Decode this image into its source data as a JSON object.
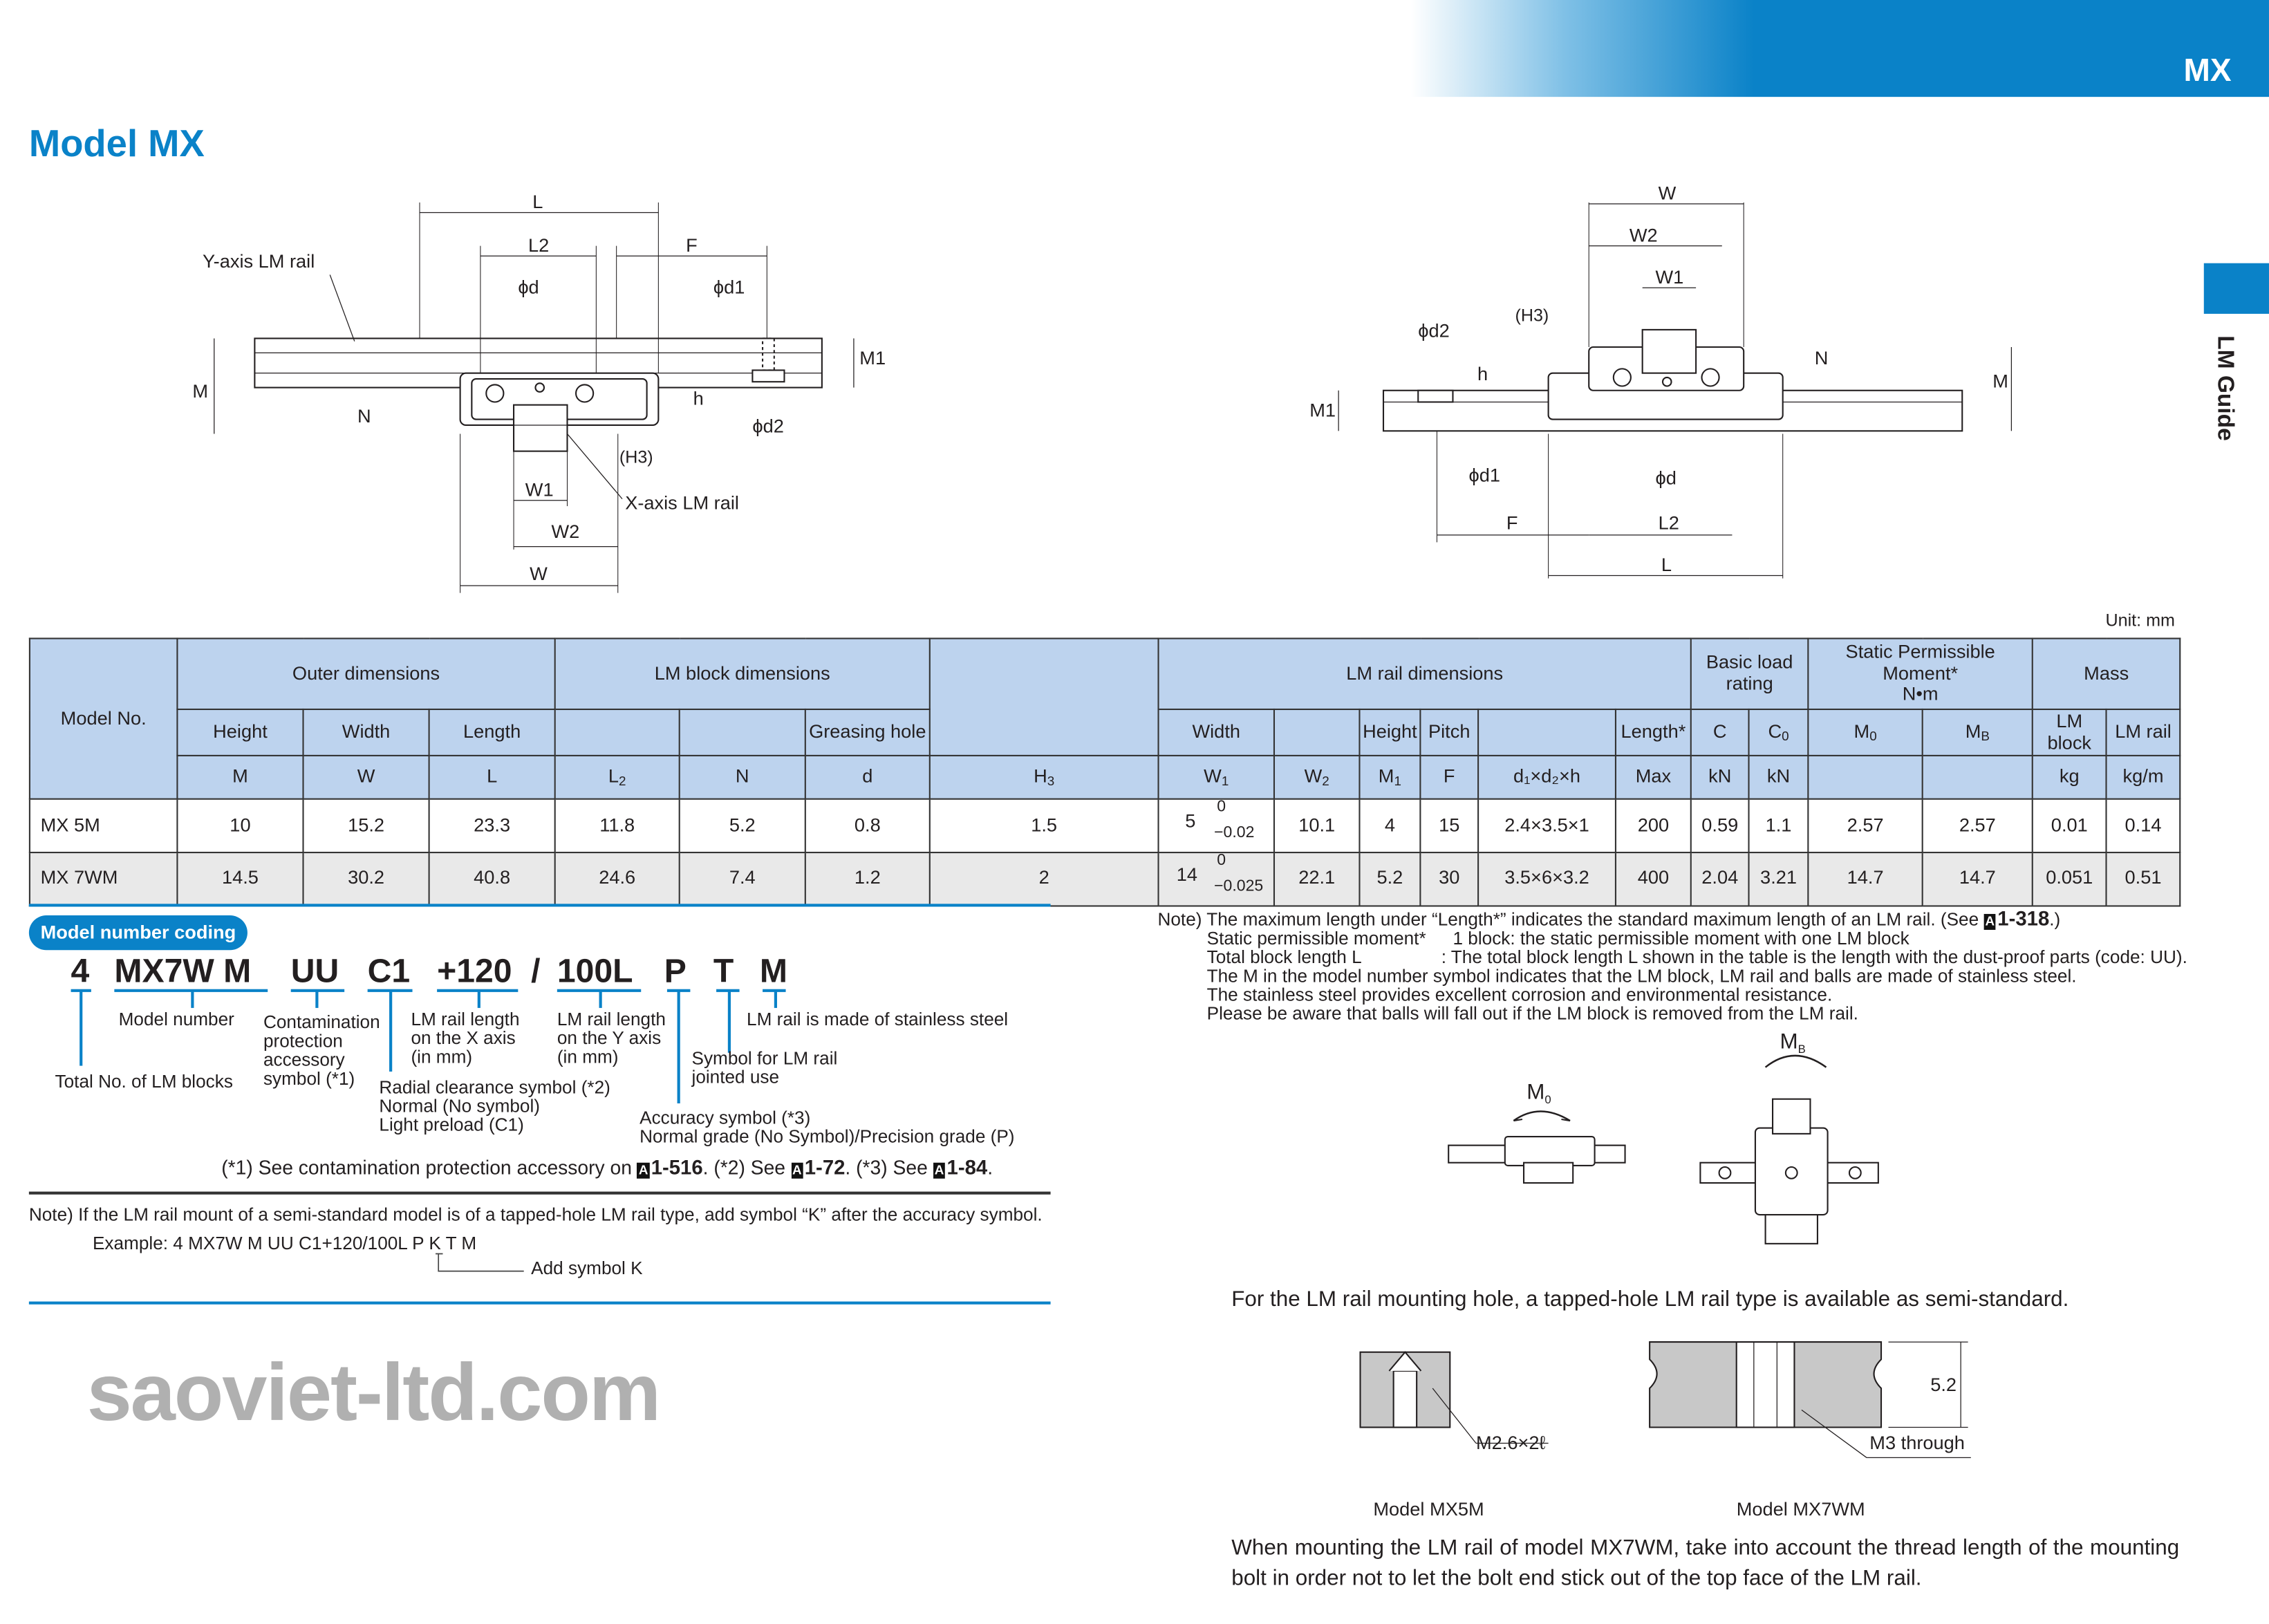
{
  "header": {
    "series_tag": "MX",
    "side_tab": "LM Guide",
    "title": "Model MX"
  },
  "drawings": {
    "top_view": {
      "L": "L",
      "L2": "L2",
      "F": "F",
      "phi_d": "ϕd",
      "phi_d1": "ϕd1",
      "phi_d2": "ϕd2",
      "M": "M",
      "M1": "M1",
      "N": "N",
      "h": "h",
      "H3": "(H3)",
      "W1": "W1",
      "W2": "W2",
      "W": "W",
      "y_rail": "Y-axis LM rail",
      "x_rail": "X-axis LM rail"
    },
    "front_view": {
      "W": "W",
      "W2": "W2",
      "W1": "W1",
      "H3": "(H3)",
      "phi_d2": "ϕd2",
      "h": "h",
      "N": "N",
      "M": "M",
      "M1": "M1",
      "phi_d1": "ϕd1",
      "phi_d": "ϕd",
      "F": "F",
      "L2": "L2",
      "L": "L"
    }
  },
  "table": {
    "unit": "Unit: mm",
    "groups": {
      "model": "Model No.",
      "outer": "Outer dimensions",
      "block": "LM block dimensions",
      "rail": "LM rail dimensions",
      "load": "Basic load rating",
      "moment": "Static Permissible Moment*",
      "moment_unit": "N•m",
      "mass": "Mass"
    },
    "cols": {
      "height": "Height",
      "width": "Width",
      "length": "Length",
      "greasing": "Greasing hole",
      "rail_width": "Width",
      "rail_height": "Height",
      "pitch": "Pitch",
      "rail_length": "Length*",
      "lm_block": "LM block",
      "lm_rail": "LM rail"
    },
    "symbols": {
      "M": "M",
      "W": "W",
      "L": "L",
      "L2": "L",
      "N": "N",
      "d": "d",
      "H3": "H",
      "W1": "W",
      "W2": "W",
      "M1": "M",
      "F": "F",
      "dxh": "d₁×d₂×h",
      "max": "Max",
      "C": "C",
      "C0": "C",
      "kN1": "kN",
      "kN2": "kN",
      "M0": "M",
      "MB": "M",
      "kg": "kg",
      "kgm": "kg/m"
    },
    "rows": [
      {
        "model": "MX 5M",
        "M": "10",
        "W": "15.2",
        "L": "23.3",
        "L2": "11.8",
        "N": "5.2",
        "d": "0.8",
        "H3": "1.5",
        "W1": "5",
        "W1_up": "0",
        "W1_lo": "−0.02",
        "W2": "10.1",
        "M1": "4",
        "F": "15",
        "dxh": "2.4×3.5×1",
        "max": "200",
        "C": "0.59",
        "C0": "1.1",
        "M0": "2.57",
        "MB": "2.57",
        "kg": "0.01",
        "kgm": "0.14"
      },
      {
        "model": "MX 7WM",
        "M": "14.5",
        "W": "30.2",
        "L": "40.8",
        "L2": "24.6",
        "N": "7.4",
        "d": "1.2",
        "H3": "2",
        "W1": "14",
        "W1_up": "0",
        "W1_lo": "−0.025",
        "W2": "22.1",
        "M1": "5.2",
        "F": "30",
        "dxh": "3.5×6×3.2",
        "max": "400",
        "C": "2.04",
        "C0": "3.21",
        "M0": "14.7",
        "MB": "14.7",
        "kg": "0.051",
        "kgm": "0.51"
      }
    ],
    "watermark": "saoviet-ltd.com"
  },
  "notes": {
    "l1": "Note) The maximum length under “Length*” indicates the standard maximum length of an LM rail. (See ",
    "l1_ref": "1-318",
    "l1_end": ".)",
    "l2a": "Static permissible moment*",
    "l2b": "1 block: the static permissible moment with one LM block",
    "l3a": "Total block length L",
    "l3b": ": The total block length L shown in the table is the length with the dust-proof parts (code: UU).",
    "l4": "The M in the model number symbol indicates that the LM block, LM rail and balls are made of stainless steel.",
    "l5": "The stainless steel provides excellent corrosion and environmental resistance.",
    "l6": "Please be aware that balls will fall out if the LM block is removed from the LM rail."
  },
  "coding": {
    "badge": "Model number coding",
    "parts": [
      "4",
      "MX7W M",
      "UU",
      "C1",
      "+120",
      "/",
      "100L",
      "P",
      "T",
      "M"
    ],
    "labels": {
      "total": "Total No. of LM blocks",
      "model": "Model number",
      "contam": "Contamination\nprotection\naccessory\nsymbol (*1)",
      "xlen": "LM rail length\non the X axis\n(in mm)",
      "ylen": "LM rail length\non the Y axis\n(in mm)",
      "radial": "Radial clearance symbol (*2)\nNormal (No symbol)\nLight preload (C1)",
      "accuracy": "Accuracy symbol (*3)\nNormal grade (No Symbol)/Precision grade (P)",
      "joint": "Symbol for LM rail\njointed use",
      "stainless": "LM rail is made of stainless steel"
    },
    "footnote": {
      "a": "(*1) See contamination protection accessory on ",
      "r1": "1-516",
      "b": ". (*2) See ",
      "r2": "1-72",
      "c": ". (*3) See ",
      "r3": "1-84",
      "d": "."
    },
    "ref_mark": "A",
    "note": "Note) If the LM rail mount of a semi-standard model is of a tapped-hole LM rail type, add symbol “K” after the accuracy symbol.",
    "example": "Example: 4 MX7W M UU C1+120/100L P K T M",
    "add_k": "Add symbol K"
  },
  "right_panel": {
    "mo_label": "M",
    "mb_label": "M",
    "tapped_text": "For the LM rail mounting hole, a tapped-hole LM rail type is available as semi-standard.",
    "mx5_dim": "M2.6×2ℓ",
    "mx7_dim": "5.2",
    "mx7_through": "M3 through",
    "mx5_caption": "Model MX5M",
    "mx7_caption": "Model MX7WM",
    "mounting_note": "When mounting the LM rail of model MX7WM, take into account the thread length of the mounting bolt in order not to let the bolt end stick out of the top face of the LM rail."
  }
}
